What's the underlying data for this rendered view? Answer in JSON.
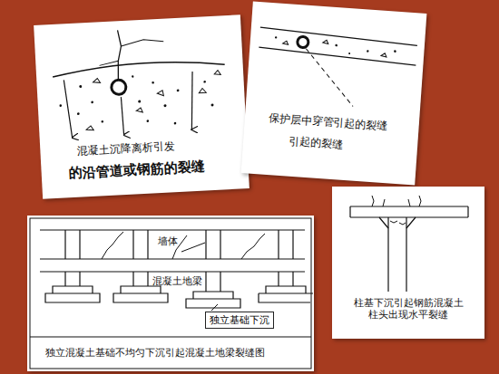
{
  "diagram": {
    "nodes": [
      {
        "text": [
          "混凝土沉降离析引发",
          "的沿管道或钢筋的裂缝"
        ]
      },
      {
        "text": [
          "保护层中穿管引起的裂缝",
          "引起的裂缝"
        ]
      },
      {
        "text": [
          "墙体",
          "混凝土地梁",
          "独立混凝土基础不均匀下沉引起混凝土地梁裂缝图"
        ]
      },
      {
        "text": [
          "独立基础下沉"
        ],
        "in": 2
      },
      {
        "text": [
          "柱基下沉引起钢筋混凝土 柱头出现水平裂缝"
        ]
      }
    ]
  }
}
